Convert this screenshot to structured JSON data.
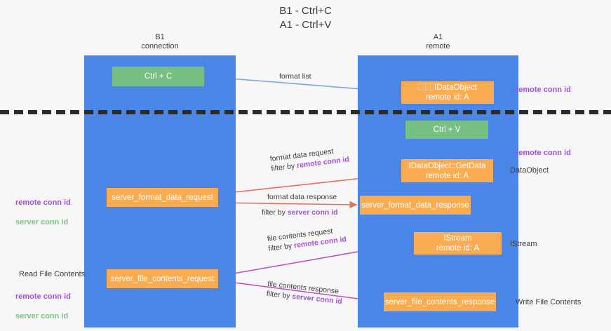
{
  "title": "B1 - Ctrl+C\nA1 - Ctrl+V",
  "columns": {
    "left": {
      "header": "B1\nconnection"
    },
    "right": {
      "header": "A1\nremote"
    }
  },
  "nodes": {
    "ctrl_c": "Ctrl + C",
    "idataobject": "⿰⿰IDataObject\nremote id: A",
    "ctrl_v": "Ctrl + V",
    "getdata": "IDataObject::GetData\nremote id: A",
    "server_format_data_request": "server_format_data_request",
    "server_format_data_response": "server_format_data_response",
    "istream": "IStream\nremote id: A",
    "server_file_contents_request": "server_file_contents_request",
    "server_file_contents_response": "server_file_contents_response"
  },
  "edges": {
    "format_list": "format list",
    "format_data_request": "format data request",
    "format_data_request_filter_prefix": "filter by ",
    "format_data_request_filter_key": "remote conn id",
    "format_data_response": "format data response",
    "format_data_response_filter_prefix": "filter by ",
    "format_data_response_filter_key": "server conn id",
    "file_contents_request": "file contents request",
    "file_contents_request_filter_prefix": "filter by ",
    "file_contents_request_filter_key": "remote conn id",
    "file_contents_response": "file contents response",
    "file_contents_response_filter_prefix": "filter by ",
    "file_contents_response_filter_key": "server conn id"
  },
  "annotations": {
    "remote_conn_id_top": "remote conn id",
    "remote_conn_id_mid": "remote conn id",
    "dataobject": "DataObject",
    "istream": "IStream",
    "write_file_contents": "Write File Contents",
    "read_file_contents": "Read File Contents",
    "left_remote_conn_id": "remote conn id",
    "left_server_conn_id": "server conn id",
    "left_remote_conn_id_2": "remote conn id",
    "left_server_conn_id_2": "server conn id"
  },
  "colors": {
    "lane": "#4a86e8",
    "green_node": "#76c083",
    "orange_node": "#fbac51",
    "purple_text": "#a64fd6",
    "green_text": "#7ac47f",
    "arrow_blue": "#7aa7d8",
    "arrow_red": "#e8705f",
    "arrow_magenta": "#c24bc2",
    "arrow_black": "#1f1f1f",
    "divider": "#2b2b2b",
    "background": "#f7f7f7"
  }
}
